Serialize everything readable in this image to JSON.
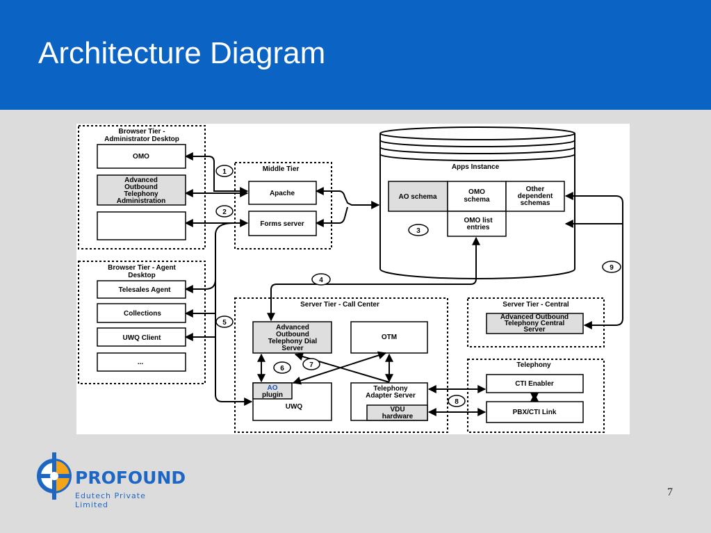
{
  "slide": {
    "title": "Architecture Diagram",
    "page_number": "7"
  },
  "logo": {
    "name": "PROFOUND",
    "tagline": "Edutech Private Limited"
  },
  "diagram": {
    "browser_admin": {
      "title_lines": [
        "Browser Tier -",
        "Administrator Desktop"
      ],
      "omo": "OMO",
      "aot_admin_lines": [
        "Advanced",
        "Outbound",
        "Telephony",
        "Administration"
      ]
    },
    "browser_agent": {
      "title_lines": [
        "Browser Tier - Agent",
        "Desktop"
      ],
      "telesales": "Telesales Agent",
      "collections": "Collections",
      "uwq_client": "UWQ Client",
      "more": "..."
    },
    "middle_tier": {
      "title": "Middle Tier",
      "apache": "Apache",
      "forms": "Forms server"
    },
    "apps_instance": {
      "title": "Apps Instance",
      "ao_schema": "AO schema",
      "omo_schema_lines": [
        "OMO",
        "schema"
      ],
      "other_schemas_lines": [
        "Other",
        "dependent",
        "schemas"
      ],
      "omo_list_lines": [
        "OMO list",
        "entries"
      ]
    },
    "call_center": {
      "title": "Server Tier - Call Center",
      "dial_server_lines": [
        "Advanced",
        "Outbound",
        "Telephony Dial",
        "Server"
      ],
      "otm": "OTM",
      "ao_plugin_lines": [
        "AO",
        "plugin"
      ],
      "uwq": "UWQ",
      "adapter_lines": [
        "Telephony",
        "Adapter Server"
      ],
      "vdu_lines": [
        "VDU",
        "hardware"
      ]
    },
    "central": {
      "title": "Server Tier - Central",
      "server_lines": [
        "Advanced Outbound",
        "Telephony Central",
        "Server"
      ]
    },
    "telephony": {
      "title": "Telephony",
      "cti": "CTI Enabler",
      "pbx": "PBX/CTI Link"
    },
    "markers": [
      "1",
      "2",
      "3",
      "4",
      "5",
      "6",
      "7",
      "8",
      "9"
    ]
  }
}
